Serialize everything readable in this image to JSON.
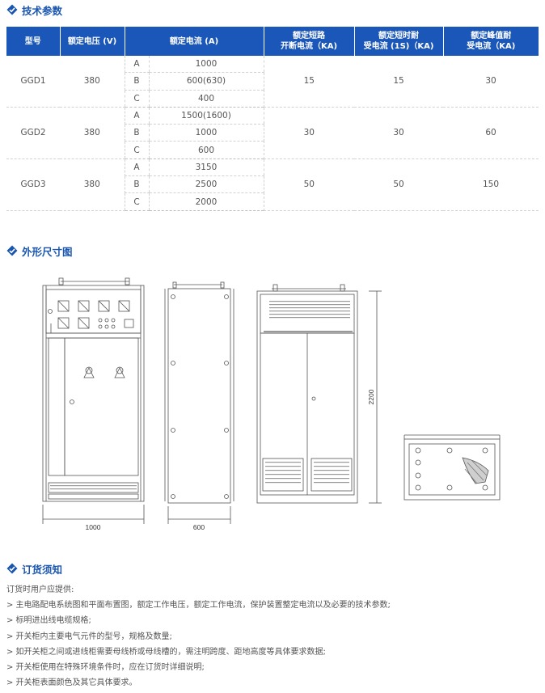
{
  "sections": {
    "tech_params": "技术参数",
    "dimensions": "外形尺寸图",
    "ordering": "订货须知"
  },
  "table": {
    "headers": [
      "型号",
      "额定电压 (V)",
      "额定电流 (A)",
      "额定短路\n开断电流（KA)",
      "额定短时耐\n受电流 (1S)（KA)",
      "额定峰值耐\n受电流（KA)"
    ],
    "rows": [
      {
        "model": "GGD1",
        "voltage": "380",
        "currents": [
          [
            "A",
            "1000"
          ],
          [
            "B",
            "600(630)"
          ],
          [
            "C",
            "400"
          ]
        ],
        "break": "15",
        "short_time": "15",
        "peak": "30"
      },
      {
        "model": "GGD2",
        "voltage": "380",
        "currents": [
          [
            "A",
            "1500(1600)"
          ],
          [
            "B",
            "1000"
          ],
          [
            "C",
            "600"
          ]
        ],
        "break": "30",
        "short_time": "30",
        "peak": "60"
      },
      {
        "model": "GGD3",
        "voltage": "380",
        "currents": [
          [
            "A",
            "3150"
          ],
          [
            "B",
            "2500"
          ],
          [
            "C",
            "2000"
          ]
        ],
        "break": "50",
        "short_time": "50",
        "peak": "150"
      }
    ]
  },
  "drawing": {
    "width_label": "1000",
    "depth_label": "600",
    "height_label": "2200"
  },
  "ordering": {
    "intro": "订货时用户应提供:",
    "items": [
      "> 主电路配电系统图和平面布置图，额定工作电压，额定工作电流，保护装置整定电流以及必要的技术参数;",
      "> 标明进出线电缆规格;",
      "> 开关柜内主要电气元件的型号，规格及数量;",
      "> 如开关柜之间或进线柜需要母线桥或母线槽的，需注明跨度、距地高度等具体要求数据;",
      "> 开关柜使用在特殊环境条件时，应在订货时详细说明;",
      "> 开关柜表面颜色及其它具体要求。"
    ]
  },
  "colors": {
    "accent": "#1b57b8",
    "title": "#1a56b0"
  }
}
